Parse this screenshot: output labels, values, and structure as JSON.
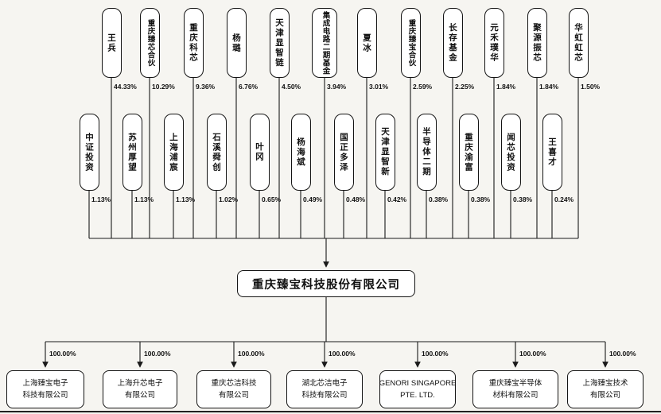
{
  "company": {
    "name": "重庆臻宝科技股份有限公司"
  },
  "shareholders_row1": [
    {
      "name": "王兵",
      "percent": "44.33%"
    },
    {
      "name": "重庆臻芯合伙",
      "percent": "10.29%"
    },
    {
      "name": "重庆科芯",
      "percent": "9.36%"
    },
    {
      "name": "杨璐",
      "percent": "6.76%"
    },
    {
      "name": "天津显智链",
      "percent": "4.50%"
    },
    {
      "name": "集成电路二期基金",
      "percent": "3.94%"
    },
    {
      "name": "夏冰",
      "percent": "3.01%"
    },
    {
      "name": "重庆臻宝合伙",
      "percent": "2.59%"
    },
    {
      "name": "长存基金",
      "percent": "2.25%"
    },
    {
      "name": "元禾璞华",
      "percent": "1.84%"
    },
    {
      "name": "聚源振芯",
      "percent": "1.84%"
    },
    {
      "name": "华虹虹芯",
      "percent": "1.50%"
    }
  ],
  "shareholders_row2": [
    {
      "name": "中证投资",
      "percent": "1.13%"
    },
    {
      "name": "苏州厚望",
      "percent": "1.13%"
    },
    {
      "name": "上海浦宸",
      "percent": "1.13%"
    },
    {
      "name": "石溪舜创",
      "percent": "1.02%"
    },
    {
      "name": "叶冈",
      "percent": "0.65%"
    },
    {
      "name": "杨海斌",
      "percent": "0.49%"
    },
    {
      "name": "国正多泽",
      "percent": "0.48%"
    },
    {
      "name": "天津显智新",
      "percent": "0.42%"
    },
    {
      "name": "半导体二期",
      "percent": "0.38%"
    },
    {
      "name": "重庆渝富",
      "percent": "0.38%"
    },
    {
      "name": "闻芯投资",
      "percent": "0.38%"
    },
    {
      "name": "王喜才",
      "percent": "0.24%"
    }
  ],
  "subsidiaries": [
    {
      "line1": "上海臻宝电子",
      "line2": "科技有限公司",
      "percent": "100.00%"
    },
    {
      "line1": "上海升芯电子",
      "line2": "有限公司",
      "percent": "100.00%"
    },
    {
      "line1": "重庆芯洁科技",
      "line2": "有限公司",
      "percent": "100.00%"
    },
    {
      "line1": "湖北芯洁电子",
      "line2": "科技有限公司",
      "percent": "100.00%"
    },
    {
      "line1": "GENORI SINGAPORE",
      "line2": "PTE. LTD.",
      "percent": "100.00%"
    },
    {
      "line1": "重庆臻宝半导体",
      "line2": "材料有限公司",
      "percent": "100.00%"
    },
    {
      "line1": "上海臻宝技术",
      "line2": "有限公司",
      "percent": "100.00%"
    }
  ],
  "colors": {
    "background": "#f6f5f1",
    "box_border": "#141414",
    "line": "#1a1a1a",
    "text": "#111111"
  }
}
